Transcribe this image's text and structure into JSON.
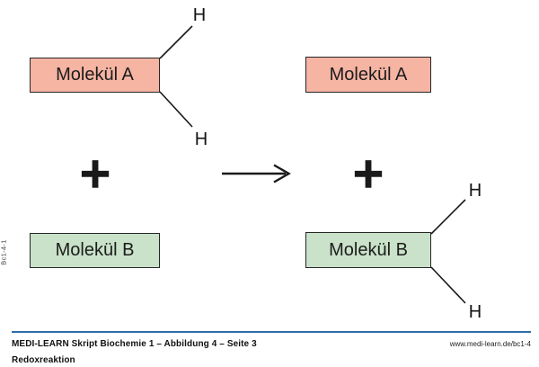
{
  "meta": {
    "side_label": "Bc1-4-1"
  },
  "diagram": {
    "reactant_a_label": "Molekül A",
    "reactant_b_label": "Molekül B",
    "product_a_label": "Molekül A",
    "product_b_label": "Molekül B",
    "h_label": "H",
    "plus_label": "+",
    "colors": {
      "molecule_a_fill": "#f6b4a3",
      "molecule_b_fill": "#c9e2c9",
      "bond_stroke": "#1a1a1a"
    }
  },
  "footer": {
    "source": "MEDI-LEARN Skript Biochemie 1 – Abbildung 4 – Seite 3",
    "website": "www.medi-learn.de/bc1-4",
    "title": "Redoxreaktion",
    "rule_color": "#2e6ca8"
  }
}
